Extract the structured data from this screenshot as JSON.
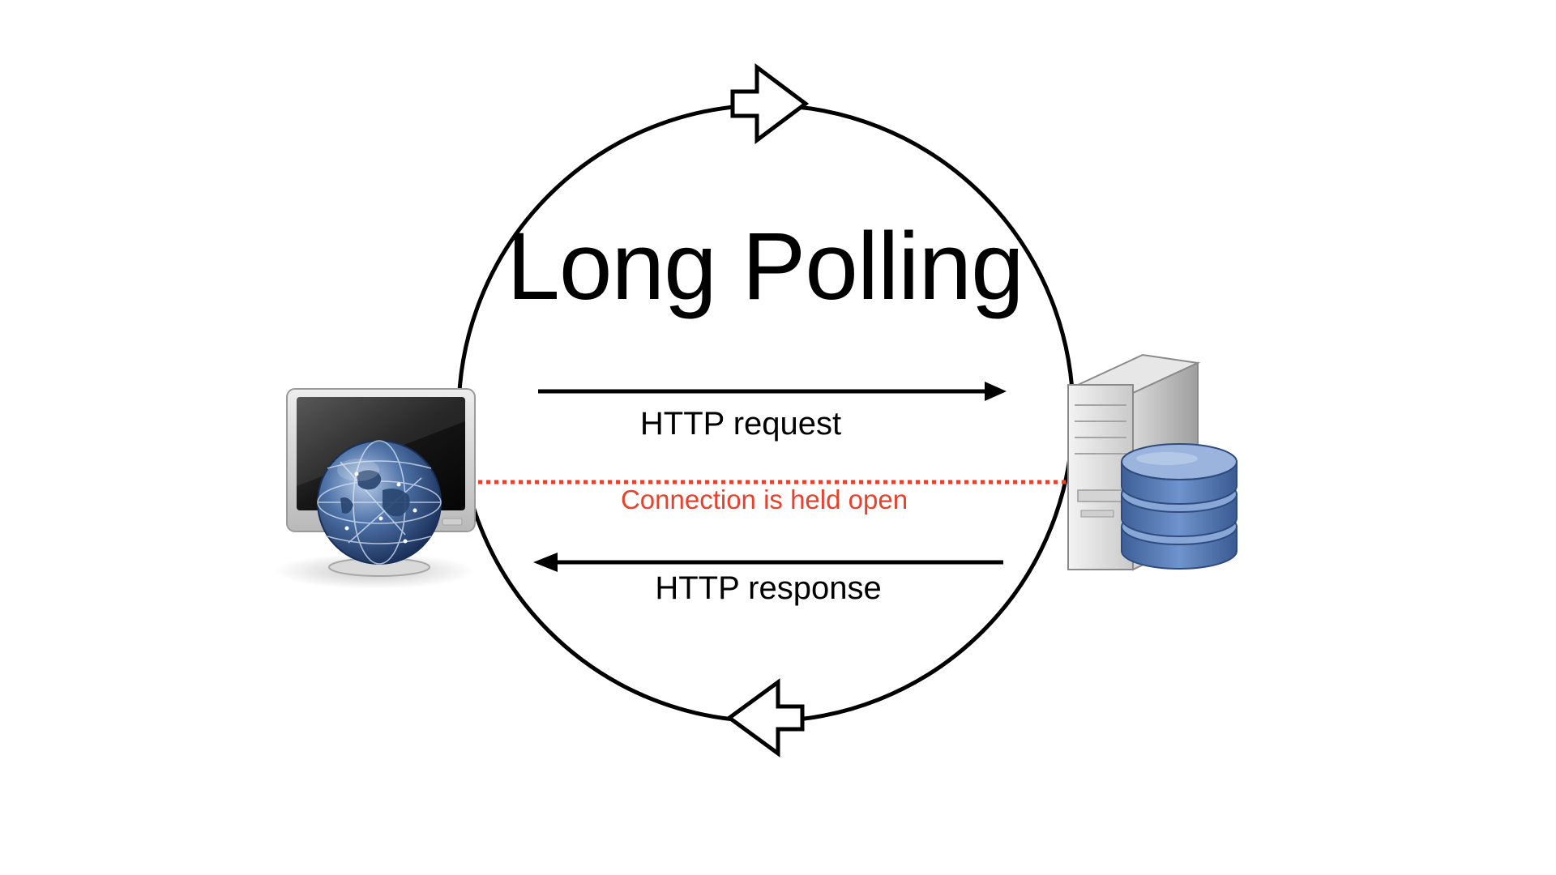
{
  "diagram": {
    "title": "Long Polling",
    "request_label": "HTTP request",
    "connection_label": "Connection is held open",
    "response_label": "HTTP response"
  },
  "icons": {
    "client": "computer-globe-icon",
    "server": "server-database-icon",
    "cycle_top": "cycle-arrow-right-icon",
    "cycle_bottom": "cycle-arrow-left-icon"
  },
  "colors": {
    "line": "#000000",
    "connection": "#e8412c",
    "background": "#ffffff",
    "database": "#5b7db8"
  }
}
